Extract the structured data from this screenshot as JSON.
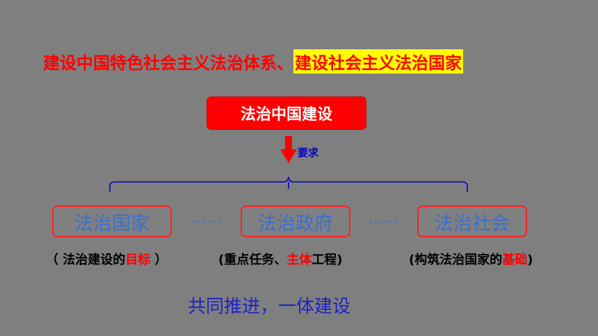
{
  "headline": {
    "part1": "建设中国特色社会主义法治体系、",
    "part2": "建设社会主义法治国家"
  },
  "center": {
    "label": "法治中国建设"
  },
  "requirement": {
    "label": "要求"
  },
  "nodes": [
    {
      "label": "法治国家"
    },
    {
      "label": "法治政府"
    },
    {
      "label": "法治社会"
    }
  ],
  "connectors": {
    "dots": "······"
  },
  "descriptions": [
    {
      "open": "（",
      "text": " 法治建设的",
      "highlight": "目标",
      "close": " ）"
    },
    {
      "open": "(",
      "text": "重点任务、",
      "highlight": "主体",
      "rest": "工程",
      "close": ")"
    },
    {
      "open": "(",
      "text": "构筑法治国家的",
      "highlight": "基础",
      "close": ")"
    }
  ],
  "footer": {
    "text": "共同推进，一体建设"
  },
  "colors": {
    "background": "#7f7f7f",
    "accent_red": "#ff0000",
    "highlight_yellow": "#ffff00",
    "node_text_blue": "#3a6fd0",
    "line_blue": "#0000cc"
  }
}
